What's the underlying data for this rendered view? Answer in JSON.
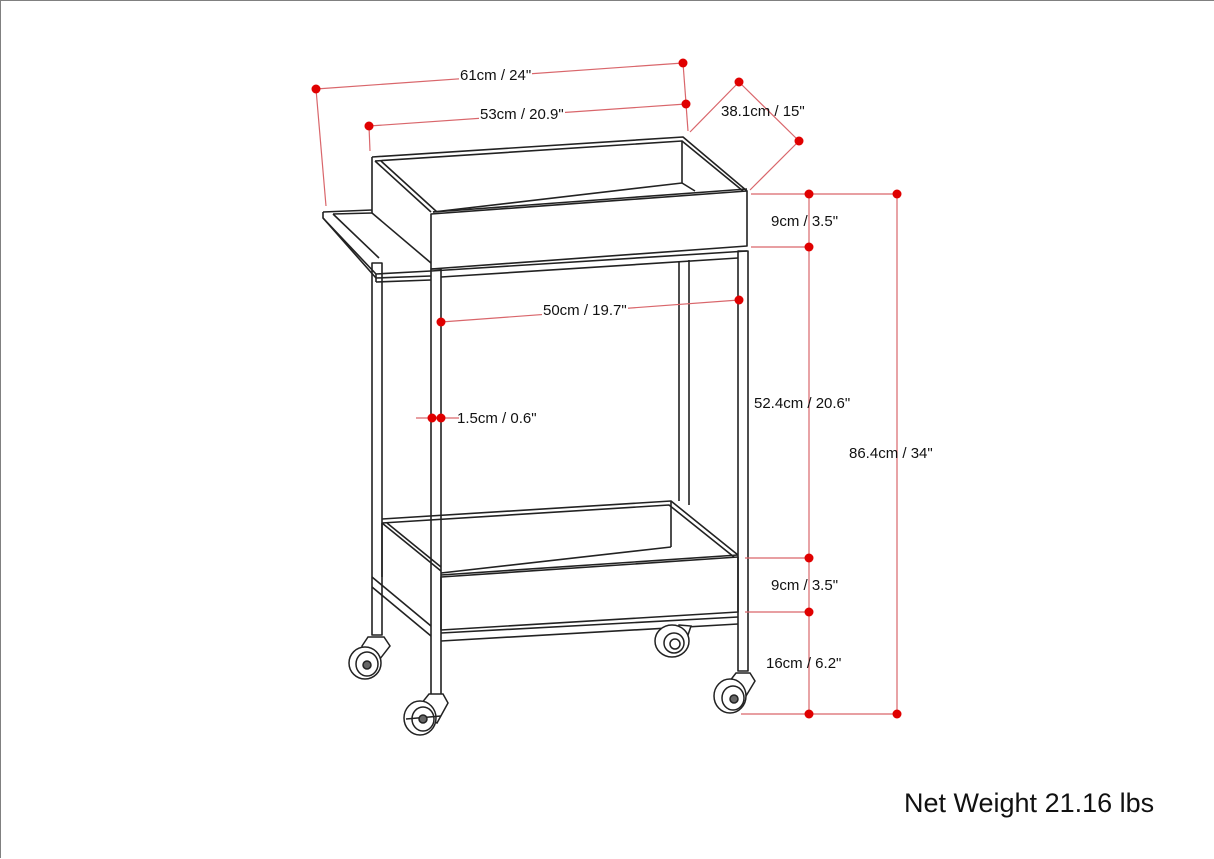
{
  "diagram": {
    "subject": "bar cart with two tray shelves, side towel bar and four caster wheels",
    "colors": {
      "dimension_line": "#d9666b",
      "dimension_point": "#e00000",
      "outline": "#222222",
      "background": "#ffffff"
    },
    "dimensions": {
      "overall_width": "61cm / 24\"",
      "tray_width": "53cm / 20.9\"",
      "depth": "38.1cm / 15\"",
      "top_tray_height": "9cm / 3.5\"",
      "inner_width": "50cm / 19.7\"",
      "leg_thickness": "1.5cm / 0.6\"",
      "shelf_spacing": "52.4cm / 20.6\"",
      "overall_height": "86.4cm / 34\"",
      "bottom_tray_height": "9cm / 3.5\"",
      "ground_clearance": "16cm / 6.2\""
    },
    "net_weight": "Net Weight 21.16 lbs"
  }
}
